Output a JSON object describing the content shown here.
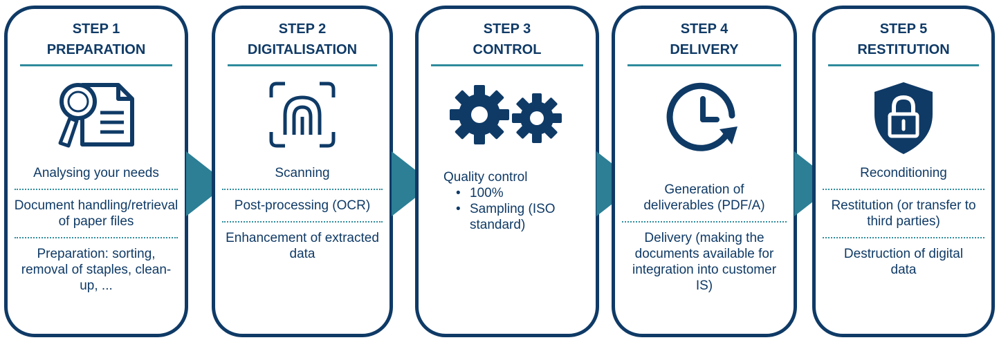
{
  "steps": [
    {
      "step": "STEP 1",
      "title": "PREPARATION",
      "icon": "document-magnifier-icon",
      "items": [
        "Analysing your needs",
        "Document handling/retrieval of paper files",
        "Preparation: sorting, removal of staples, clean-up, ..."
      ]
    },
    {
      "step": "STEP 2",
      "title": "DIGITALISATION",
      "icon": "scan-fingerprint-icon",
      "items": [
        "Scanning",
        "Post-processing (OCR)",
        "Enhancement of extracted data"
      ]
    },
    {
      "step": "STEP 3",
      "title": "CONTROL",
      "icon": "gears-icon",
      "heading": "Quality control",
      "bullets": [
        "100%",
        "Sampling (ISO standard)"
      ]
    },
    {
      "step": "STEP 4",
      "title": "DELIVERY",
      "icon": "clock-refresh-icon",
      "items": [
        "Generation of deliverables (PDF/A)",
        "Delivery (making the documents available for integration into customer IS)"
      ]
    },
    {
      "step": "STEP 5",
      "title": "RESTITUTION",
      "icon": "shield-lock-icon",
      "items": [
        "Reconditioning",
        "Restitution (or transfer to third parties)",
        "Destruction of digital data"
      ]
    }
  ],
  "colors": {
    "navy": "#0f3a66",
    "teal": "#2e8b9c",
    "arrow": "#2c7f95"
  }
}
